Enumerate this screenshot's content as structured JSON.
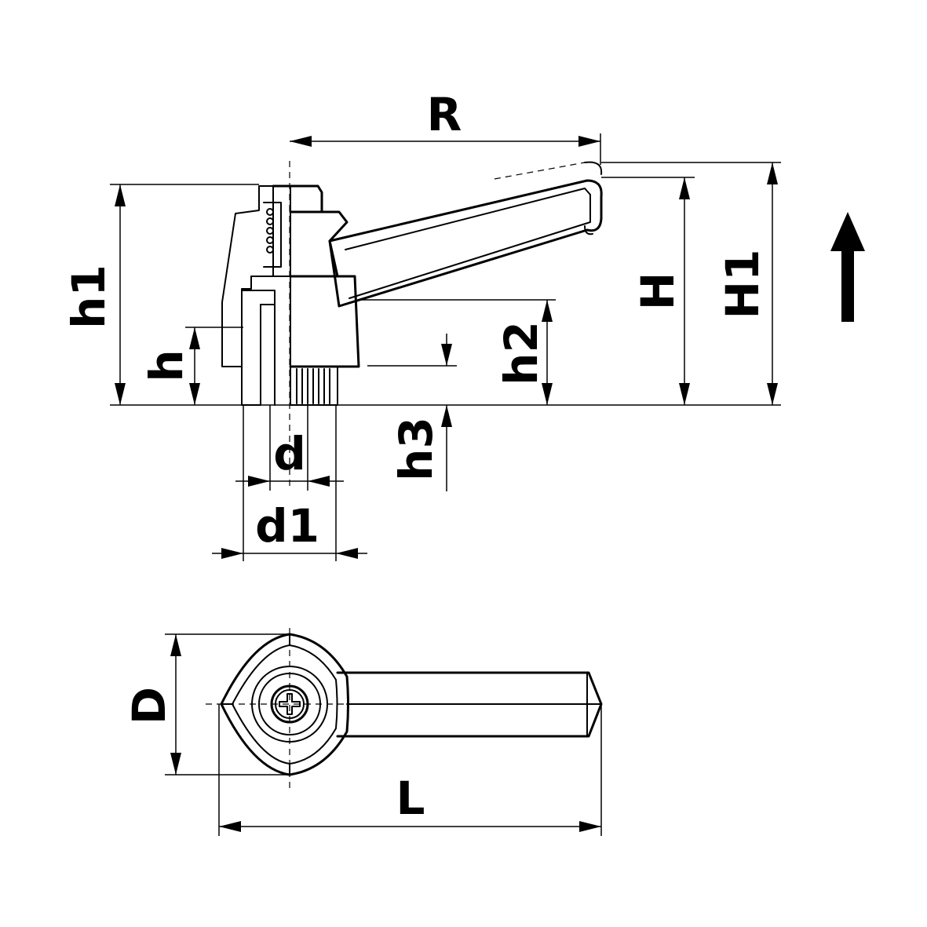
{
  "labels": {
    "R": "R",
    "h1": "h1",
    "h": "h",
    "h2": "h2",
    "H": "H",
    "H1": "H1",
    "h3": "h3",
    "d": "d",
    "d1": "d1",
    "D": "D",
    "L": "L"
  },
  "colors": {
    "line": "#000000",
    "background": "#ffffff"
  },
  "icons": {
    "direction_arrow": "up-arrow-icon"
  }
}
